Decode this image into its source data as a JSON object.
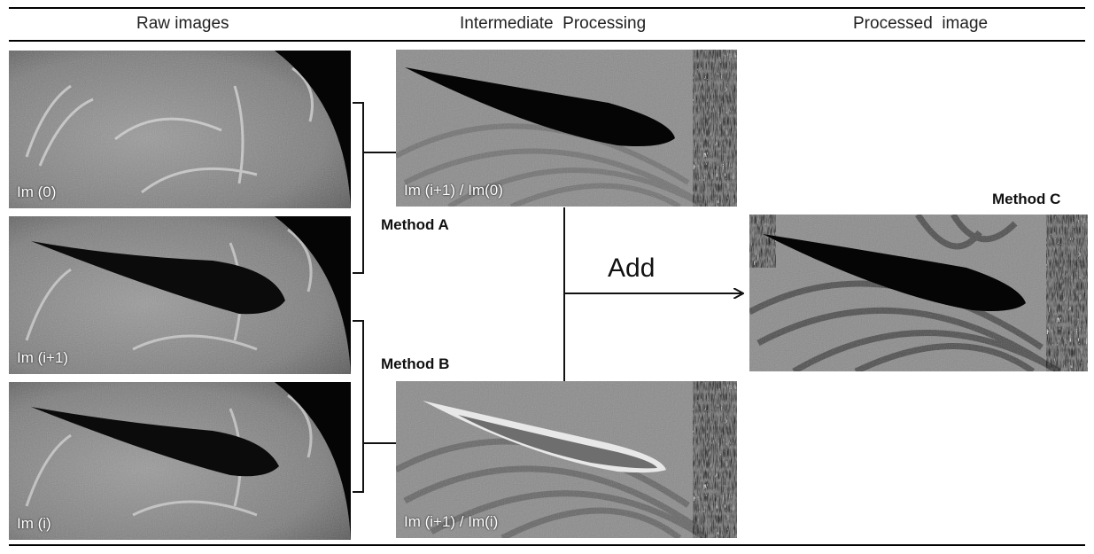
{
  "headers": {
    "raw": "Raw images",
    "intermediate": "Intermediate  Processing",
    "processed": "Processed  image"
  },
  "raw_images": [
    {
      "label": "Im (0)"
    },
    {
      "label": "Im (i+1)"
    },
    {
      "label": "Im (i)"
    }
  ],
  "intermediate_images": [
    {
      "label": "Im (i+1) / Im(0)"
    },
    {
      "label": "Im (i+1) / Im(i)"
    }
  ],
  "methods": {
    "a": "Method A",
    "b": "Method B",
    "c": "Method C"
  },
  "operation": "Add"
}
